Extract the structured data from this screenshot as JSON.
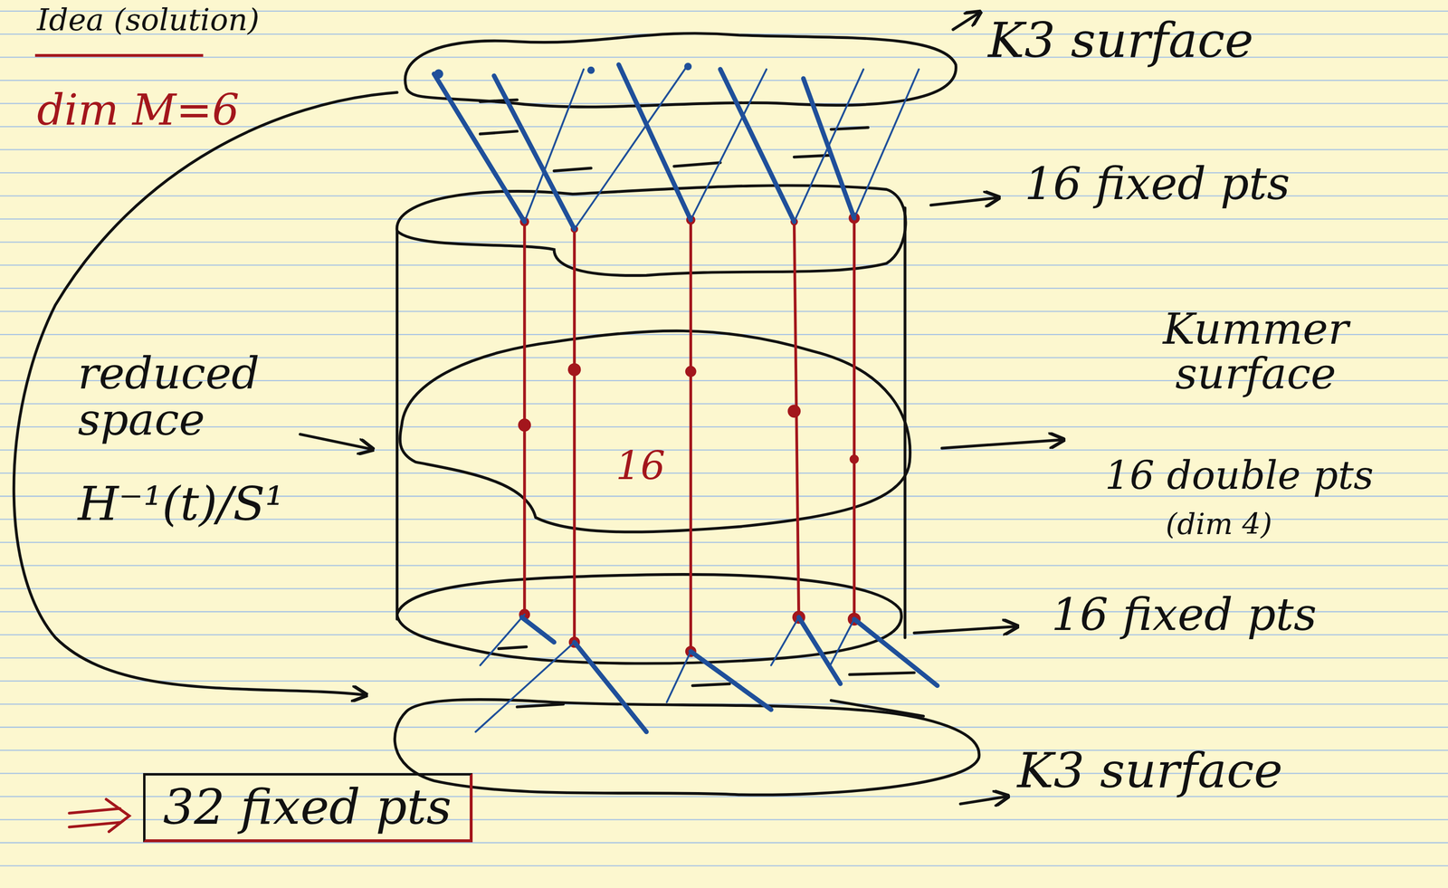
{
  "diagram": {
    "title": "Idea (solution)",
    "nodes": [
      {
        "text": [
          "32 fixed pts"
        ]
      }
    ],
    "labels": [
      "dim M=6",
      "K3 surface",
      "16 fixed pts",
      "reduced space",
      "H⁻¹(t)/S¹",
      "Kummer surface",
      "16",
      "16 double pts",
      "(dim 4)",
      "16 fixed pts",
      "K3 surface"
    ]
  }
}
